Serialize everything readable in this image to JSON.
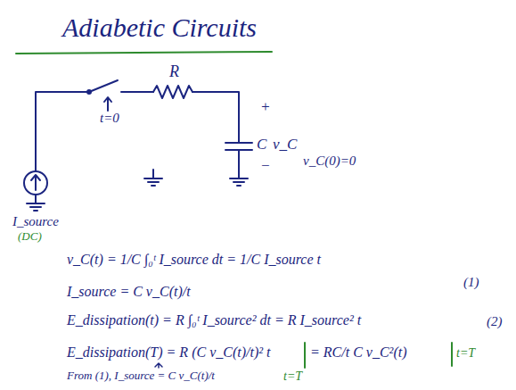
{
  "diagram": {
    "title": "Adiabetic Circuits",
    "labels": [
      "R",
      "t=0",
      "+",
      "C",
      "v_C",
      "−",
      "v_C(0)=0",
      "I_source",
      "(DC)",
      "v_C(t) = 1/C ∫₀ᵗ I_source dt = 1/C I_source t",
      "(1)",
      "I_source = C v_C(t)/t",
      "E_dissipation(t) = R ∫₀ᵗ I_source² dt = R I_source² t",
      "(2)",
      "E_dissipation(T) = R (C v_C(t)/t)² t",
      "= RC/t C v_C²(t)",
      "t=T",
      "From (1), I_source = C v_C(t)/t",
      "t=T"
    ]
  }
}
